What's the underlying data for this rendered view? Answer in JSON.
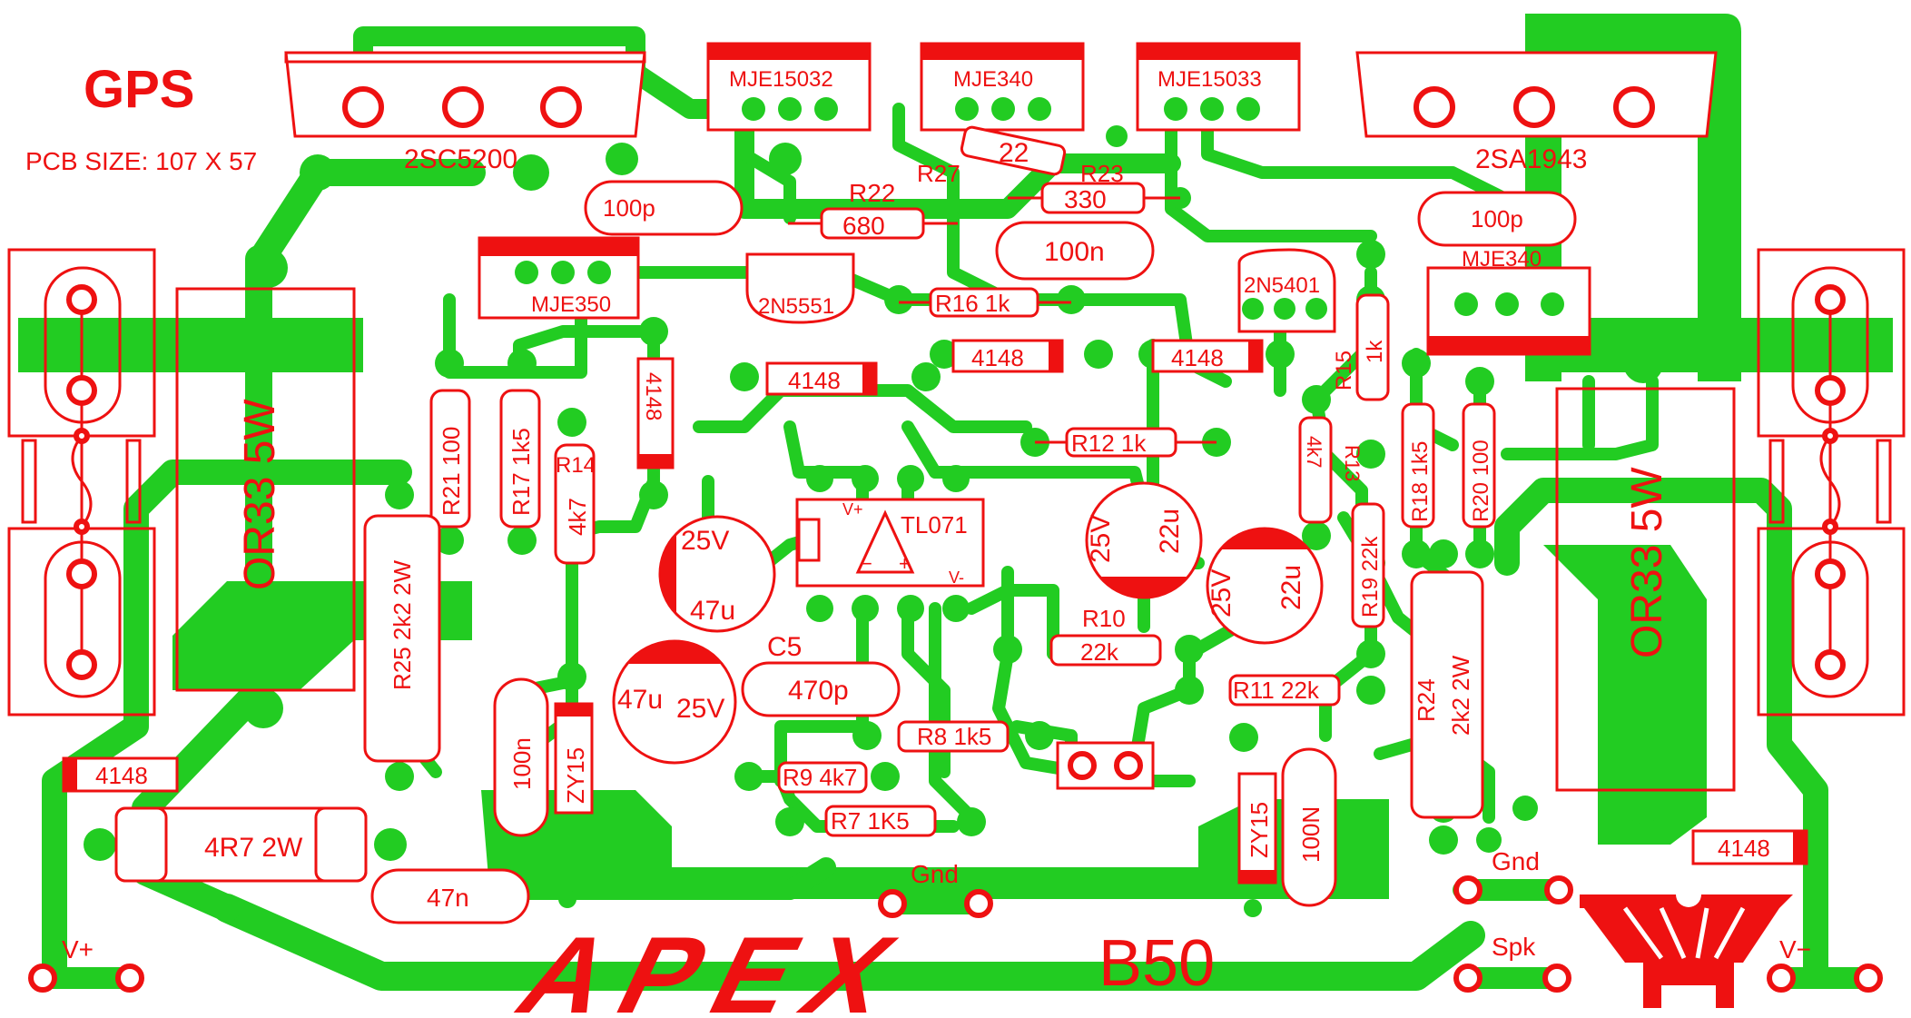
{
  "board": {
    "brand": "GPS",
    "pcb_size": "PCB SIZE: 107 X 57",
    "logo_text": "APEX",
    "model": "B50"
  },
  "transistors": {
    "q_2sc5200": "2SC5200",
    "q_2sa1943": "2SA1943",
    "q_mje15032": "MJE15032",
    "q_mje340_top": "MJE340",
    "q_mje15033": "MJE15033",
    "q_mje350": "MJE350",
    "q_2n5551": "2N5551",
    "q_2n5401": "2N5401",
    "q_mje340_right": "MJE340"
  },
  "resistors": {
    "r22_name": "R22",
    "r22_val": "680",
    "r27_name": "R27",
    "r27_val": "22",
    "r23_name": "R23",
    "r23_val": "330",
    "r16": "R16 1k",
    "r21": "R21 100",
    "r17": "R17 1k5",
    "r14_name": "R14",
    "r14_val": "4k7",
    "r15_name": "R15",
    "r15_val": "1k",
    "r12": "R12 1k",
    "r13_name": "R13",
    "r13_val": "4k7",
    "r18": "R18 1k5",
    "r20": "R20 100",
    "r19": "R19 22k",
    "r10_name": "R10",
    "r10_val": "22k",
    "r11": "R11 22k",
    "r8": "R8 1k5",
    "r9": "R9 4k7",
    "r7": "R7 1K5",
    "r25": "R25 2k2 2W",
    "r24_name": "R24",
    "r24_val": "2k2 2W",
    "r_4r7": "4R7 2W",
    "r_or33_left": "OR33 5W",
    "r_or33_right": "OR33 5W"
  },
  "capacitors": {
    "c_100p_left": "100p",
    "c_100p_right": "100p",
    "c_100n_top": "100n",
    "c_25v_a": "25V",
    "c_47u_a": "47u",
    "c_25v_b": "25V",
    "c_47u_b": "47u",
    "c_25v_c": "25V",
    "c_22u_c": "22u",
    "c_25v_d": "25V",
    "c_22u_d": "22u",
    "c5_name": "C5",
    "c5_val": "470p",
    "c_100n_left": "100n",
    "c_100n_right": "100N",
    "c_47n": "47n"
  },
  "diodes": {
    "d_4148_a": "4148",
    "d_4148_b": "4148",
    "d_4148_c": "4148",
    "d_4148_d": "4148",
    "d_4148_left": "4148",
    "d_4148_right": "4148",
    "zy15_a": "ZY15",
    "zy15_b": "ZY15"
  },
  "ic": {
    "name": "TL071",
    "vplus": "V+",
    "vminus": "V-",
    "plus": "+",
    "minus": "−"
  },
  "connectors": {
    "gnd_mid": "Gnd",
    "gnd_right": "Gnd",
    "spk": "Spk",
    "vplus": "V+",
    "vminus": "V−"
  },
  "colors": {
    "copper": "#22cc22",
    "silkscreen": "#ee1111",
    "background": "#ffffff"
  }
}
